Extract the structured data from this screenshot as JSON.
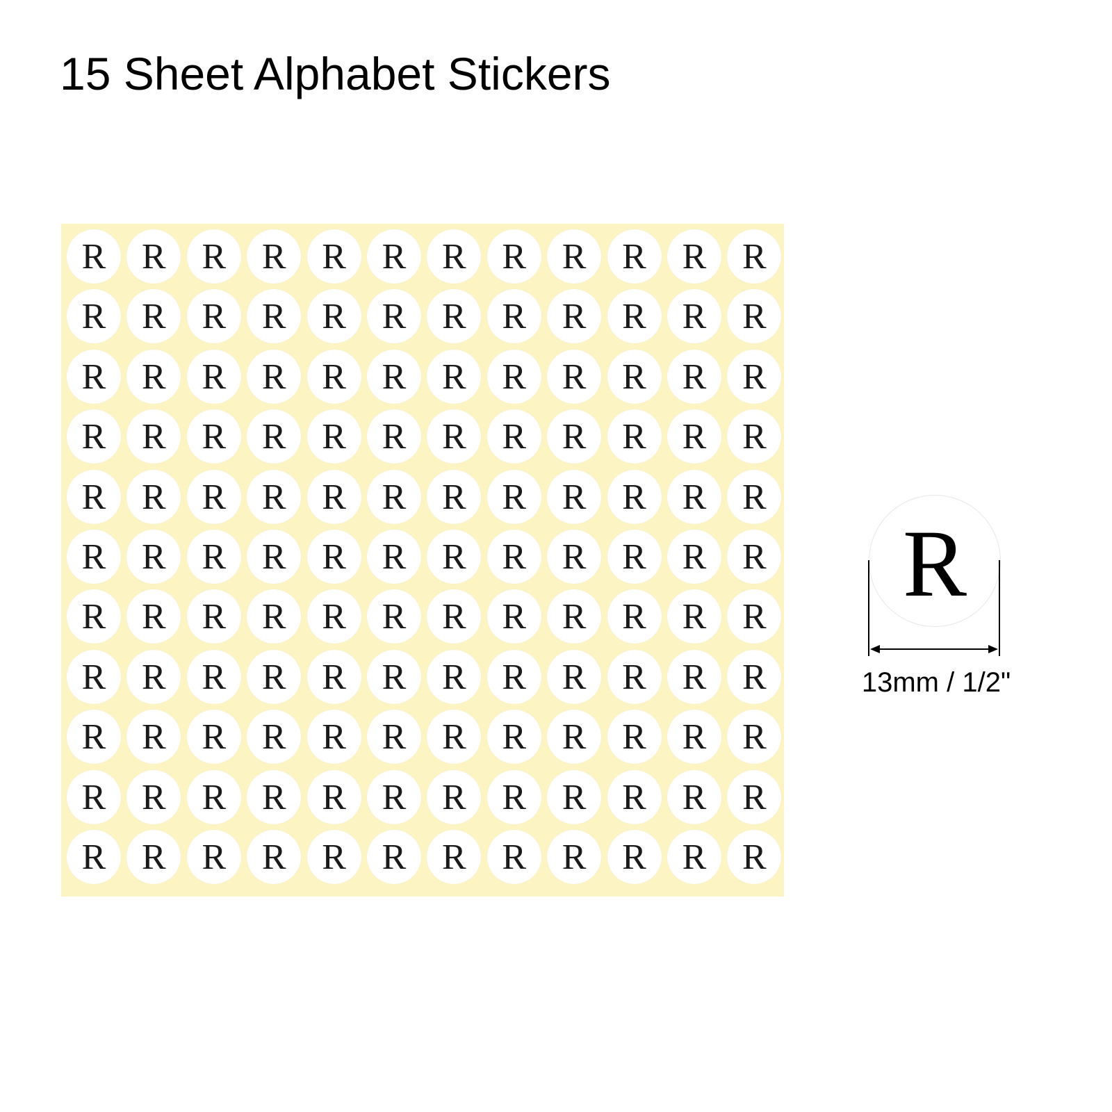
{
  "title": "15 Sheet Alphabet Stickers",
  "sheet": {
    "rows": 11,
    "columns": 12,
    "letter": "R",
    "background_color": "#fdf4c4",
    "sticker_color": "#ffffff"
  },
  "detail": {
    "letter": "R",
    "dimension_label": "13mm / 1/2\""
  }
}
